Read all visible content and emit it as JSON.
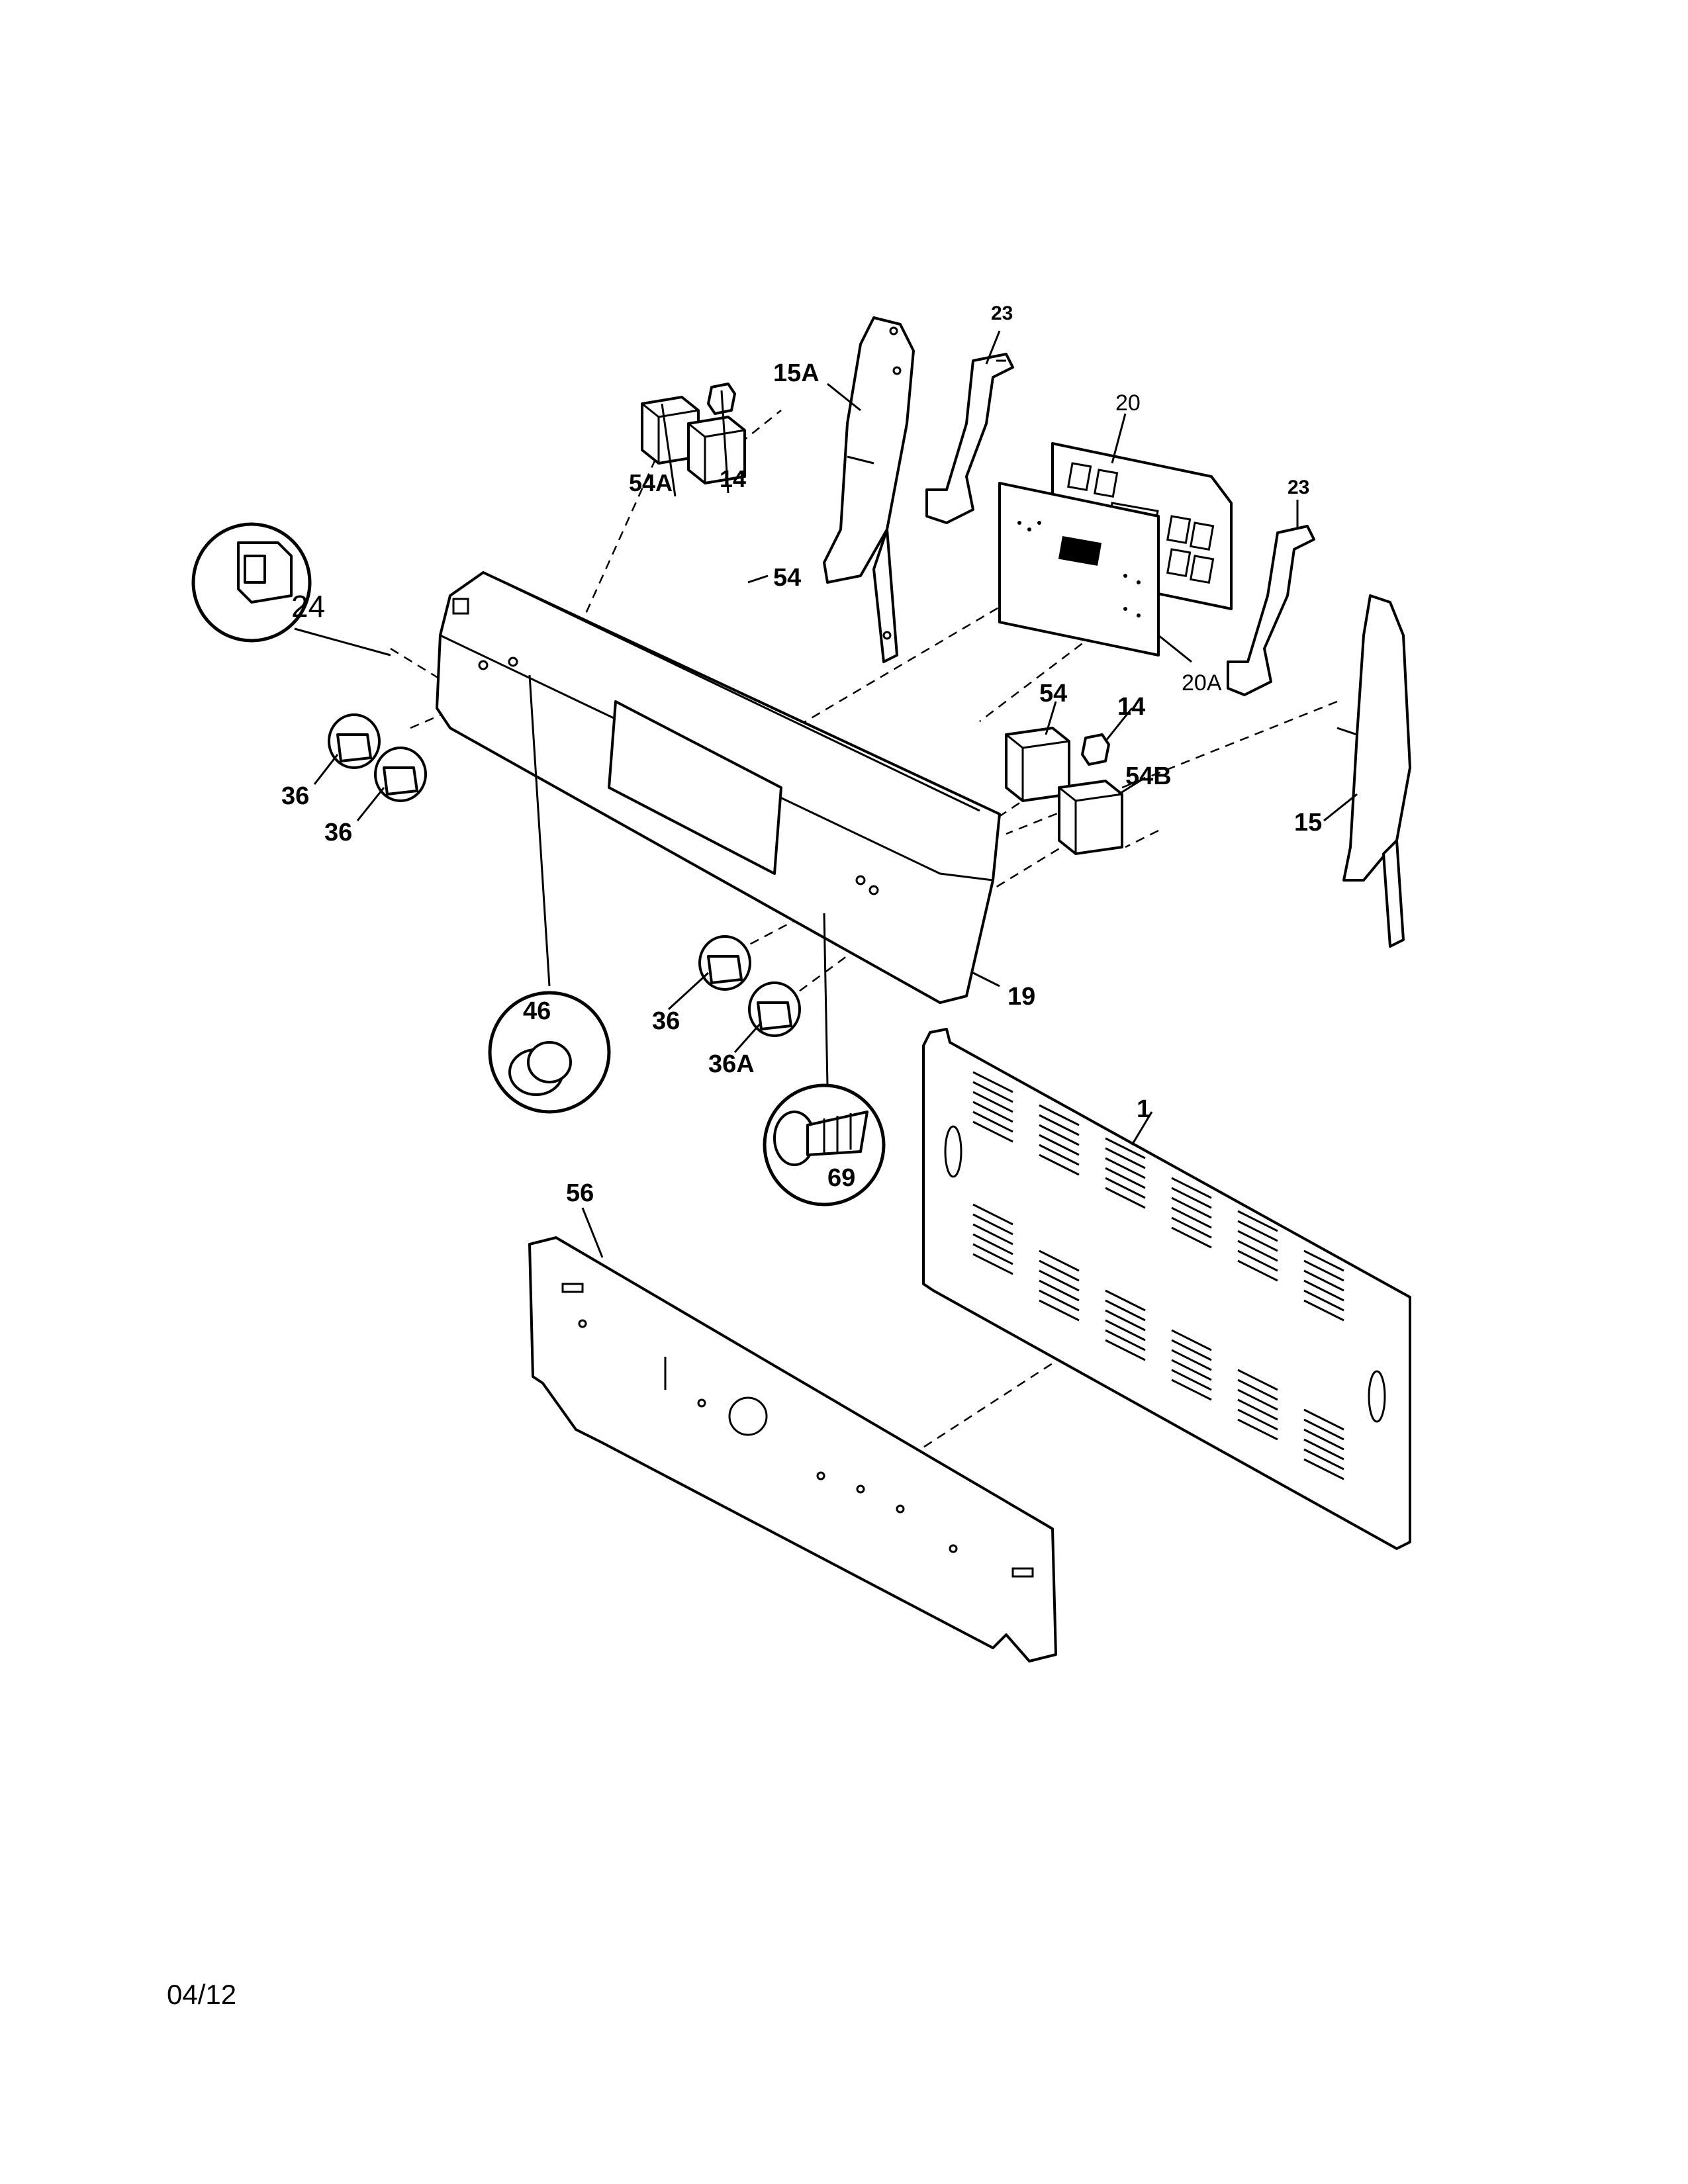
{
  "labels": {
    "p23_top": "23",
    "p15A": "15A",
    "p20": "20",
    "p54A": "54A",
    "p14_top": "14",
    "p23_right": "23",
    "p24": "24",
    "p54_top": "54",
    "p20A": "20A",
    "p54_mid": "54",
    "p14_mid": "14",
    "p54B": "54B",
    "p15": "15",
    "p36_a": "36",
    "p36_b": "36",
    "p36_c": "36",
    "p36A": "36A",
    "p19": "19",
    "p46": "46",
    "p69": "69",
    "p1": "1",
    "p56": "56"
  },
  "footer": {
    "date": "04/12"
  },
  "colors": {
    "line": "#000000",
    "background": "#ffffff"
  }
}
